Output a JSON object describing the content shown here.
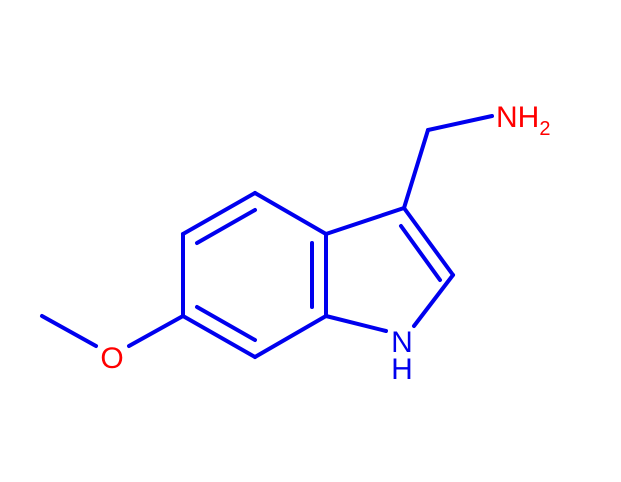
{
  "molecule": {
    "atoms": {
      "amine": {
        "main": "NH",
        "subscript": "2",
        "color": "#ff0000"
      },
      "indole_nitrogen": {
        "top": "N",
        "bottom": "H",
        "color": "#0000ee"
      },
      "methoxy_oxygen": {
        "text": "O",
        "color": "#ff0000"
      }
    },
    "bond_color": "#0000ee"
  }
}
